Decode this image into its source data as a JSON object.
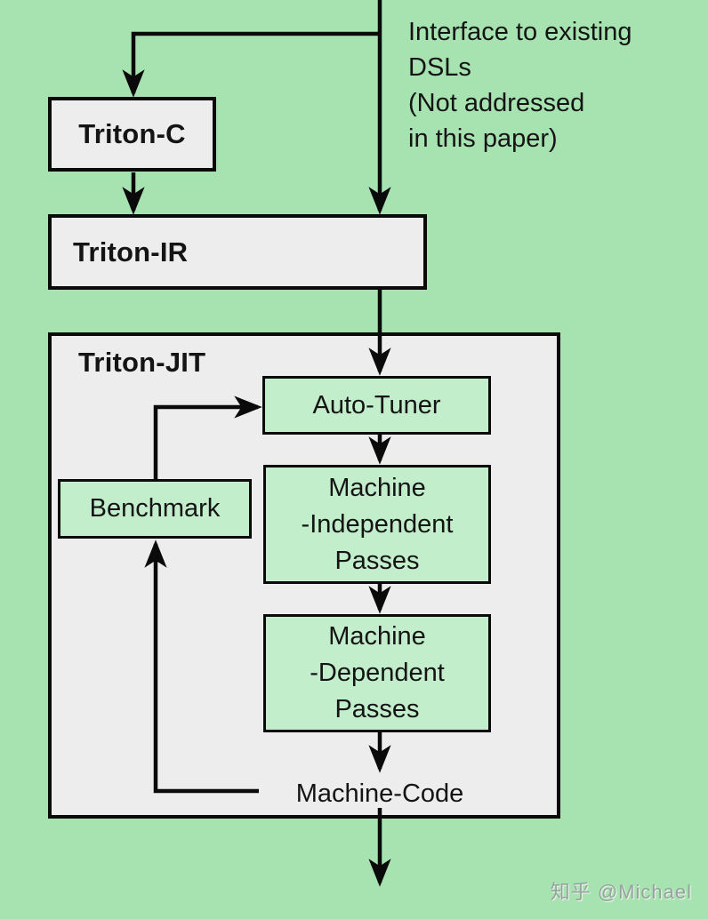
{
  "colors": {
    "background": "#a7e3b0",
    "box_gray": "#ededee",
    "box_green": "#c3eecc",
    "border": "#0a0a0a",
    "text": "#141414",
    "watermark": "#99a09f"
  },
  "annotation": {
    "lines": [
      "Interface to existing",
      "DSLs",
      "(Not addressed",
      "in this paper)"
    ]
  },
  "boxes": {
    "triton_c": {
      "label": "Triton-C"
    },
    "triton_ir": {
      "label": "Triton-IR"
    },
    "triton_jit": {
      "label": "Triton-JIT"
    },
    "auto_tuner": {
      "label": "Auto-Tuner"
    },
    "benchmark": {
      "label": "Benchmark"
    },
    "machine_independent": {
      "lines": [
        "Machine",
        "-Independent",
        "Passes"
      ]
    },
    "machine_dependent": {
      "lines": [
        "Machine",
        "-Dependent",
        "Passes"
      ]
    },
    "machine_code": {
      "label": "Machine-Code"
    }
  },
  "watermark": {
    "text": "知乎 @Michael"
  }
}
